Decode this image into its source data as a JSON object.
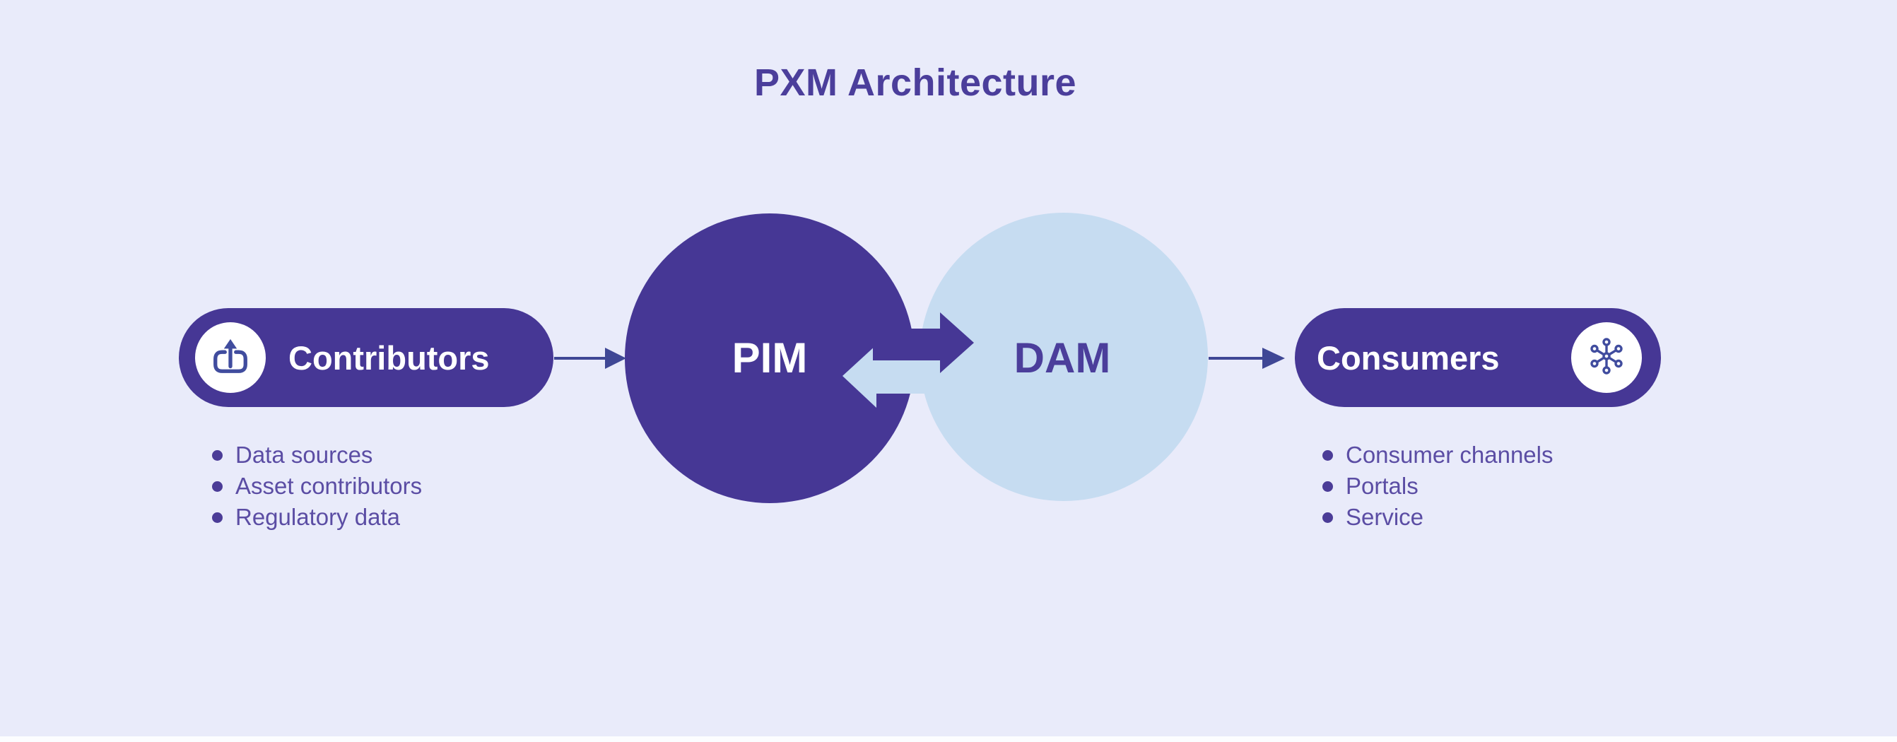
{
  "title": "PXM Architecture",
  "nodes": {
    "contributors": {
      "label": "Contributors",
      "icon": "upload-icon"
    },
    "pim": {
      "label": "PIM"
    },
    "dam": {
      "label": "DAM"
    },
    "consumers": {
      "label": "Consumers",
      "icon": "network-icon"
    }
  },
  "lists": {
    "contributors": {
      "items": [
        "Data sources",
        "Asset contributors",
        "Regulatory data"
      ]
    },
    "consumers": {
      "items": [
        "Consumer channels",
        "Portals",
        "Service"
      ]
    }
  },
  "colors": {
    "background": "#e9ebfa",
    "primary_purple": "#463795",
    "title_text": "#4b3e9b",
    "light_blue": "#c6dcf1",
    "list_text": "#5b4da4",
    "bullet_dot": "#4b3c97",
    "connector": "#3f4795",
    "icon_stroke": "#404c9e",
    "label_white": "#ffffff"
  }
}
